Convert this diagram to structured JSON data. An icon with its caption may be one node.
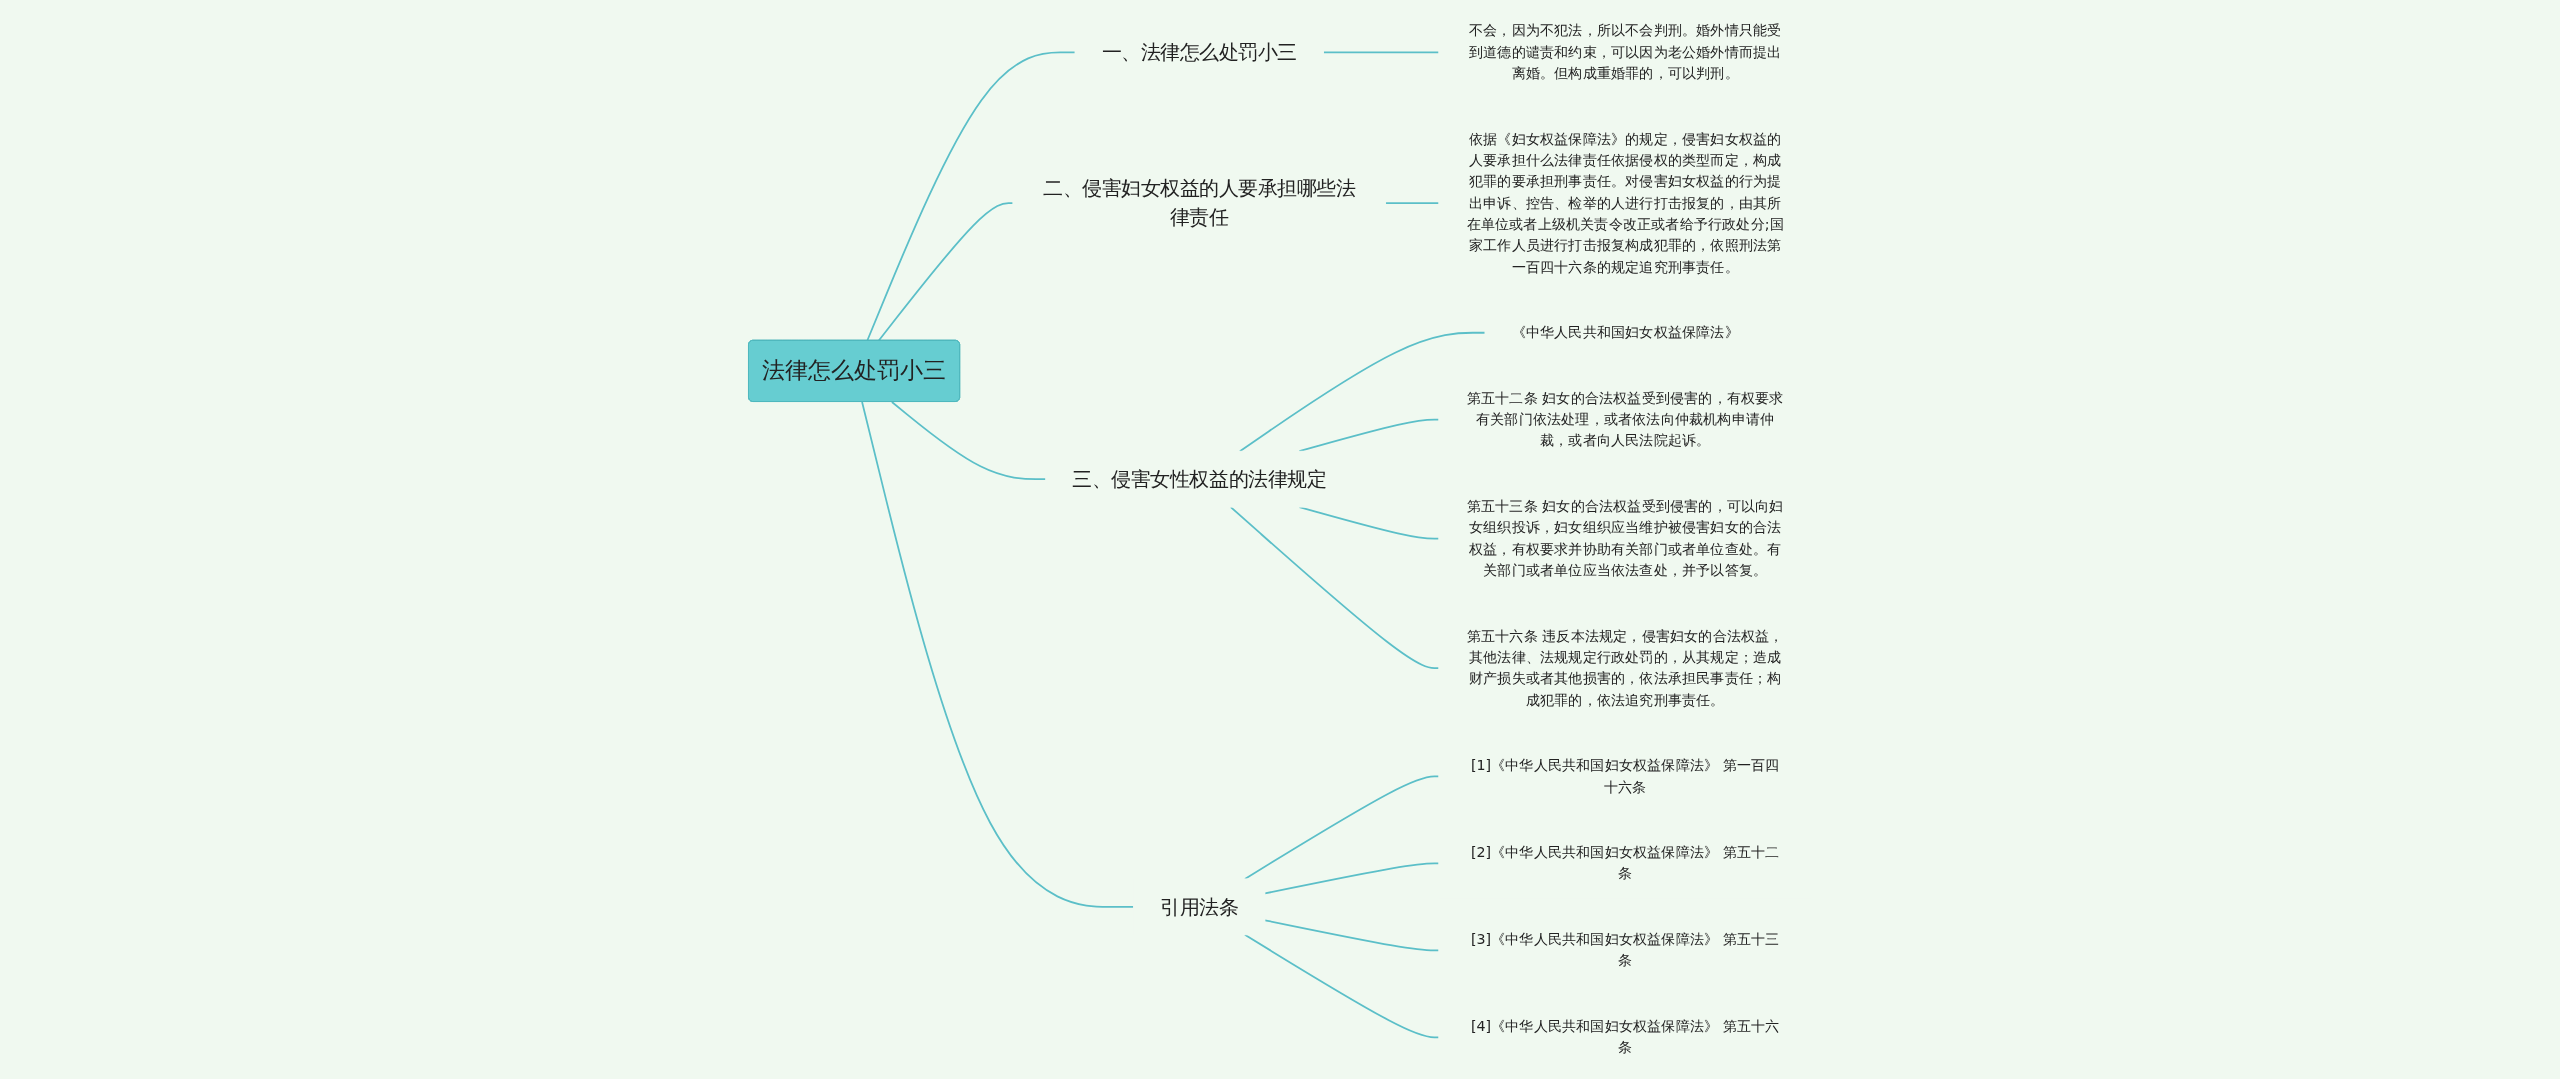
{
  "diagram": {
    "nodes": [
      {
        "text": [
          "法律怎么处罚小三"
        ]
      },
      {
        "text": [
          "一、法律怎么处罚小三"
        ]
      },
      {
        "text": [
          "不会，因为不犯法，所以不会判刑。婚外情只能受到道德的谴责和约束，可以因为老公婚外情而提出离婚。但构成重婚罪的，可以判刑。"
        ]
      },
      {
        "text": [
          "二、侵害妇女权益的人要承担哪些法律责任"
        ]
      },
      {
        "text": [
          "依据《妇女权益保障法》的规定，侵害妇女权益的人要承担什么法律责任依据侵权的类型而定，构成犯罪的要承担刑事责任。对侵害妇女权益的行为提出申诉、控告、检举的人进行打击报复的，由其所在单位或者上级机关责令改正或者给予行政处分;国家工作人员进行打击报复构成犯罪的，依照刑法第一百四十六条的规定追究刑事责任。"
        ]
      },
      {
        "text": [
          "三、侵害女性权益的法律规定"
        ]
      },
      {
        "text": [
          "《中华人民共和国妇女权益保障法》"
        ]
      },
      {
        "text": [
          "第五十二条 妇女的合法权益受到侵害的，有权要求有关部门依法处理，或者依法向仲裁机构申请仲裁，或者向人民法院起诉。"
        ]
      },
      {
        "text": [
          "第五十三条 妇女的合法权益受到侵害的，可以向妇女组织投诉，妇女组织应当维护被侵害妇女的合法权益，有权要求并协助有关部门或者单位查处。有关部门或者单位应当依法查处，并予以答复。"
        ]
      },
      {
        "text": [
          "第五十六条 违反本法规定，侵害妇女的合法权益，其他法律、法规规定行政处罚的，从其规定；造成财产损失或者其他损害的，依法承担民事责任；构成犯罪的，依法追究刑事责任。"
        ]
      },
      {
        "text": [
          "引用法条"
        ]
      },
      {
        "text": [
          "[1]《中华人民共和国妇女权益保障法》 第一百四十六条"
        ]
      },
      {
        "text": [
          "[2]《中华人民共和国妇女权益保障法》 第五十二条"
        ]
      },
      {
        "text": [
          "[3]《中华人民共和国妇女权益保障法》 第五十三条"
        ]
      },
      {
        "text": [
          "[4]《中华人民共和国妇女权益保障法》 第五十六条"
        ]
      }
    ],
    "edges": [
      {
        "from": 0,
        "to": 1,
        "arrow": "none"
      },
      {
        "from": 1,
        "to": 2,
        "arrow": "none"
      },
      {
        "from": 0,
        "to": 3,
        "arrow": "none"
      },
      {
        "from": 3,
        "to": 4,
        "arrow": "none"
      },
      {
        "from": 0,
        "to": 5,
        "arrow": "none"
      },
      {
        "from": 5,
        "to": 6,
        "arrow": "none"
      },
      {
        "from": 5,
        "to": 7,
        "arrow": "none"
      },
      {
        "from": 5,
        "to": 8,
        "arrow": "none"
      },
      {
        "from": 5,
        "to": 9,
        "arrow": "none"
      },
      {
        "from": 0,
        "to": 10,
        "arrow": "none"
      },
      {
        "from": 10,
        "to": 11,
        "arrow": "none"
      },
      {
        "from": 10,
        "to": 12,
        "arrow": "none"
      },
      {
        "from": 10,
        "to": 13,
        "arrow": "none"
      },
      {
        "from": 10,
        "to": 14,
        "arrow": "none"
      }
    ]
  }
}
